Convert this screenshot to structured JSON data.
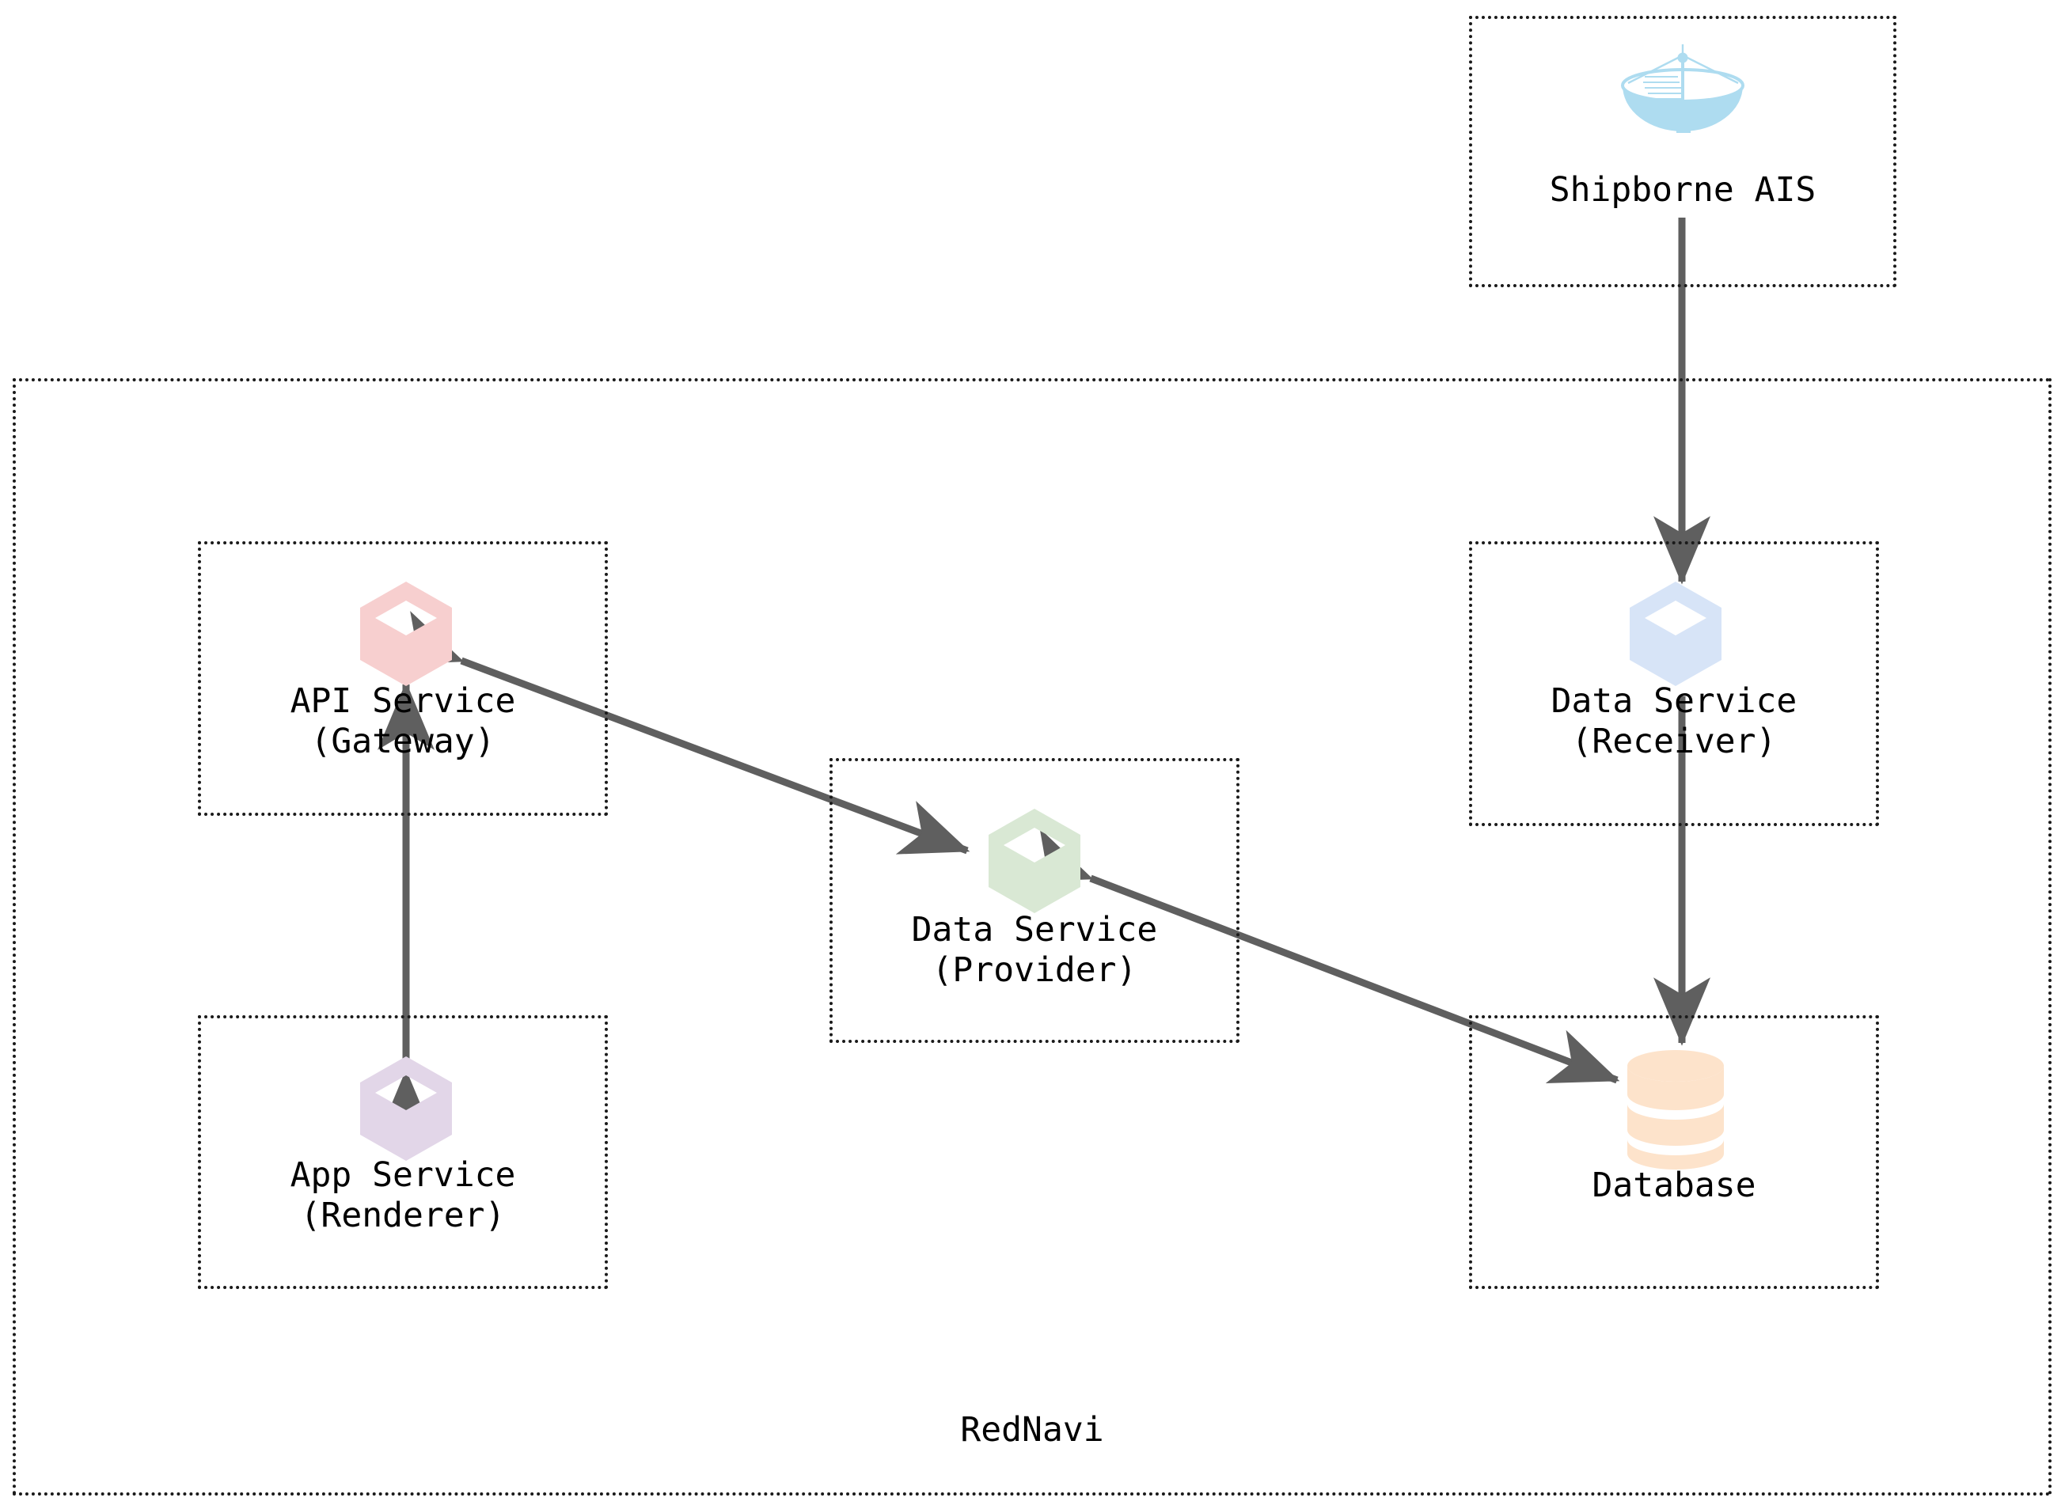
{
  "diagram": {
    "title": "RedNavi system architecture",
    "group": {
      "label": "RedNavi",
      "name": "rednavi-boundary"
    },
    "colors": {
      "pink": "#F7CFCF",
      "blue": "#D7E4F7",
      "green": "#D9E8D4",
      "purple": "#E2D6E8",
      "orange": "#FDE3CB",
      "satellite_blue": "#AEDCF0",
      "edge": "#5F5F5F",
      "border": "#1A1A1A",
      "text": "#000000",
      "background": "#FFFFFF"
    },
    "nodes": [
      {
        "id": "shipborne-ais",
        "label_line1": "Shipborne AIS",
        "label_line2": "",
        "icon": "satellite-dish-icon",
        "color": "#AEDCF0",
        "inside_group": false
      },
      {
        "id": "api-service",
        "label_line1": "API Service",
        "label_line2": "(Gateway)",
        "icon": "cube-icon",
        "color": "#F7CFCF",
        "inside_group": true
      },
      {
        "id": "app-service",
        "label_line1": "App Service",
        "label_line2": "(Renderer)",
        "icon": "cube-icon",
        "color": "#E2D6E8",
        "inside_group": true
      },
      {
        "id": "data-service-provider",
        "label_line1": "Data Service",
        "label_line2": "(Provider)",
        "icon": "cube-icon",
        "color": "#D9E8D4",
        "inside_group": true
      },
      {
        "id": "data-service-receiver",
        "label_line1": "Data Service",
        "label_line2": "(Receiver)",
        "icon": "cube-icon",
        "color": "#D7E4F7",
        "inside_group": true
      },
      {
        "id": "database",
        "label_line1": "Database",
        "label_line2": "",
        "icon": "database-cylinder-icon",
        "color": "#FDE3CB",
        "inside_group": true
      }
    ],
    "edges": [
      {
        "from": "shipborne-ais",
        "to": "data-service-receiver",
        "direction": "one-way"
      },
      {
        "from": "data-service-receiver",
        "to": "database",
        "direction": "one-way"
      },
      {
        "from": "app-service",
        "to": "api-service",
        "direction": "two-way"
      },
      {
        "from": "data-service-provider",
        "to": "api-service",
        "direction": "two-way"
      },
      {
        "from": "database",
        "to": "data-service-provider",
        "direction": "two-way"
      }
    ]
  }
}
